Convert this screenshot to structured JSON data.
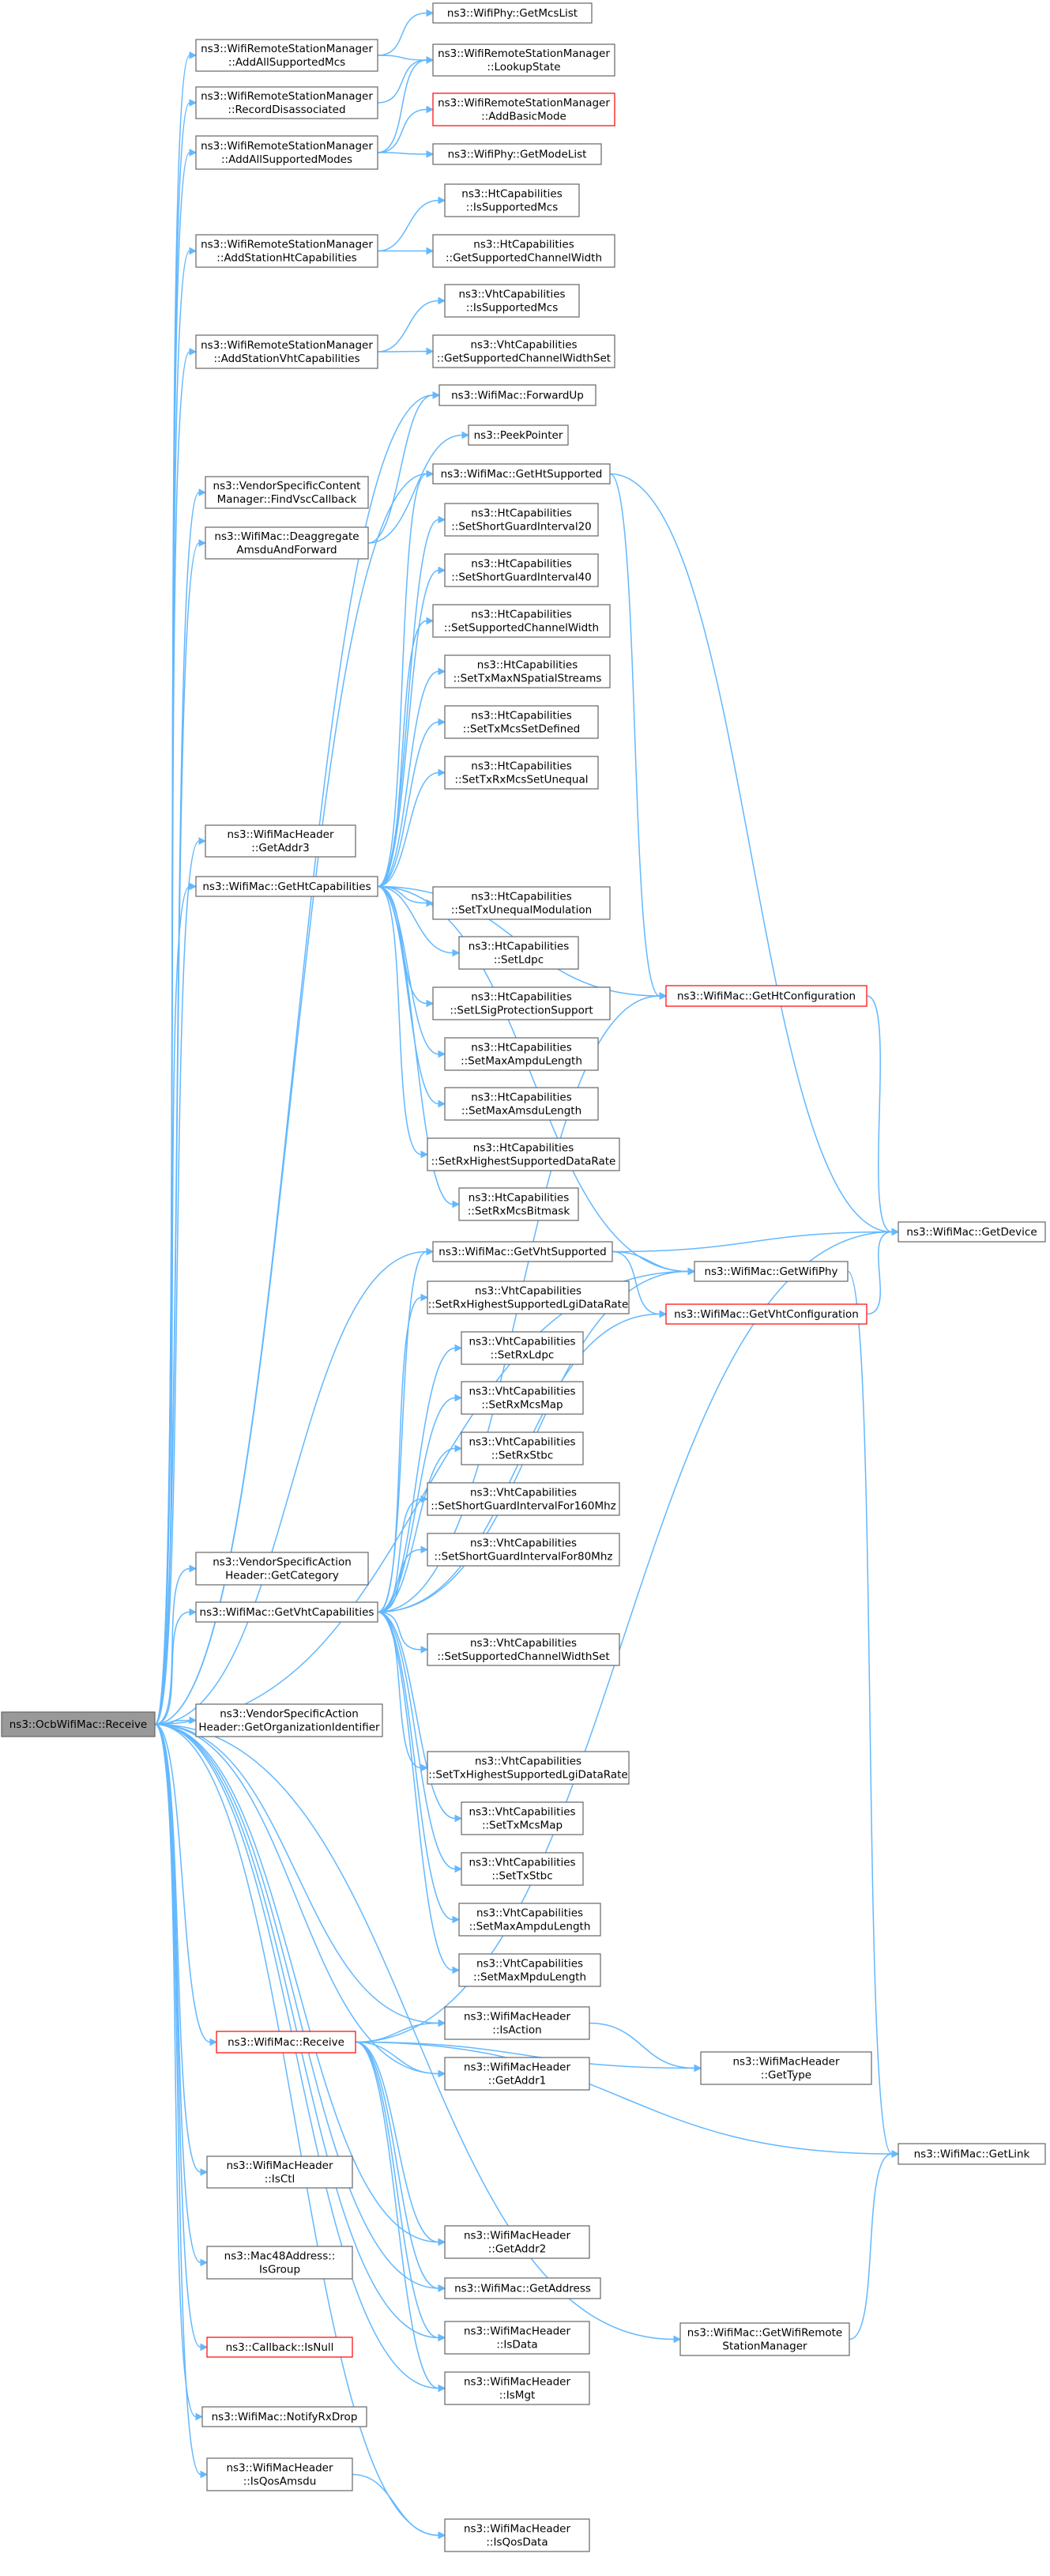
{
  "graph": {
    "title": "",
    "nodes": [
      {
        "id": "root",
        "lines": [
          "ns3::OcbWifiMac::Receive"
        ],
        "style": "root"
      },
      {
        "id": "addAllMcs",
        "lines": [
          "ns3::WifiRemoteStationManager",
          "::AddAllSupportedMcs"
        ]
      },
      {
        "id": "recordDisassoc",
        "lines": [
          "ns3::WifiRemoteStationManager",
          "::RecordDisassociated"
        ]
      },
      {
        "id": "addAllModes",
        "lines": [
          "ns3::WifiRemoteStationManager",
          "::AddAllSupportedModes"
        ]
      },
      {
        "id": "addHtCap",
        "lines": [
          "ns3::WifiRemoteStationManager",
          "::AddStationHtCapabilities"
        ]
      },
      {
        "id": "addVhtCap",
        "lines": [
          "ns3::WifiRemoteStationManager",
          "::AddStationVhtCapabilities"
        ]
      },
      {
        "id": "findVsc",
        "lines": [
          "ns3::VendorSpecificContent",
          "Manager::FindVscCallback"
        ]
      },
      {
        "id": "deaggregate",
        "lines": [
          "ns3::WifiMac::Deaggregate",
          "AmsduAndForward"
        ]
      },
      {
        "id": "getAddr3",
        "lines": [
          "ns3::WifiMacHeader",
          "::GetAddr3"
        ]
      },
      {
        "id": "getHtCaps",
        "lines": [
          "ns3::WifiMac::GetHtCapabilities"
        ]
      },
      {
        "id": "getCategory",
        "lines": [
          "ns3::VendorSpecificAction",
          "Header::GetCategory"
        ]
      },
      {
        "id": "getVhtCaps",
        "lines": [
          "ns3::WifiMac::GetVhtCapabilities"
        ]
      },
      {
        "id": "getOrgId",
        "lines": [
          "ns3::VendorSpecificAction",
          "Header::GetOrganizationIdentifier"
        ]
      },
      {
        "id": "macReceive",
        "lines": [
          "ns3::WifiMac::Receive"
        ],
        "style": "red"
      },
      {
        "id": "isCtl",
        "lines": [
          "ns3::WifiMacHeader",
          "::IsCtl"
        ]
      },
      {
        "id": "isGroup",
        "lines": [
          "ns3::Mac48Address::",
          "IsGroup"
        ]
      },
      {
        "id": "cbIsNull",
        "lines": [
          "ns3::Callback::IsNull"
        ],
        "style": "red"
      },
      {
        "id": "notifyRxDrop",
        "lines": [
          "ns3::WifiMac::NotifyRxDrop"
        ]
      },
      {
        "id": "isQosAmsdu",
        "lines": [
          "ns3::WifiMacHeader",
          "::IsQosAmsdu"
        ]
      },
      {
        "id": "getMcsList",
        "lines": [
          "ns3::WifiPhy::GetMcsList"
        ]
      },
      {
        "id": "lookupState",
        "lines": [
          "ns3::WifiRemoteStationManager",
          "::LookupState"
        ]
      },
      {
        "id": "addBasicMode",
        "lines": [
          "ns3::WifiRemoteStationManager",
          "::AddBasicMode"
        ],
        "style": "red"
      },
      {
        "id": "getModeList",
        "lines": [
          "ns3::WifiPhy::GetModeList"
        ]
      },
      {
        "id": "htIsSupMcs",
        "lines": [
          "ns3::HtCapabilities",
          "::IsSupportedMcs"
        ]
      },
      {
        "id": "htGetSupCW",
        "lines": [
          "ns3::HtCapabilities",
          "::GetSupportedChannelWidth"
        ]
      },
      {
        "id": "vhtIsSupMcs",
        "lines": [
          "ns3::VhtCapabilities",
          "::IsSupportedMcs"
        ]
      },
      {
        "id": "vhtGetSupCWS",
        "lines": [
          "ns3::VhtCapabilities",
          "::GetSupportedChannelWidthSet"
        ]
      },
      {
        "id": "forwardUp",
        "lines": [
          "ns3::WifiMac::ForwardUp"
        ]
      },
      {
        "id": "peekPointer",
        "lines": [
          "ns3::PeekPointer"
        ]
      },
      {
        "id": "getHtSupported",
        "lines": [
          "ns3::WifiMac::GetHtSupported"
        ]
      },
      {
        "id": "htSetSGI20",
        "lines": [
          "ns3::HtCapabilities",
          "::SetShortGuardInterval20"
        ]
      },
      {
        "id": "htSetSGI40",
        "lines": [
          "ns3::HtCapabilities",
          "::SetShortGuardInterval40"
        ]
      },
      {
        "id": "htSetSupCW",
        "lines": [
          "ns3::HtCapabilities",
          "::SetSupportedChannelWidth"
        ]
      },
      {
        "id": "htSetTxMaxNSS",
        "lines": [
          "ns3::HtCapabilities",
          "::SetTxMaxNSpatialStreams"
        ]
      },
      {
        "id": "htSetTxMcsSetDef",
        "lines": [
          "ns3::HtCapabilities",
          "::SetTxMcsSetDefined"
        ]
      },
      {
        "id": "htSetTxRxMcsUneq",
        "lines": [
          "ns3::HtCapabilities",
          "::SetTxRxMcsSetUnequal"
        ]
      },
      {
        "id": "htSetTxUneqMod",
        "lines": [
          "ns3::HtCapabilities",
          "::SetTxUnequalModulation"
        ]
      },
      {
        "id": "htSetLdpc",
        "lines": [
          "ns3::HtCapabilities",
          "::SetLdpc"
        ]
      },
      {
        "id": "htSetLSig",
        "lines": [
          "ns3::HtCapabilities",
          "::SetLSigProtectionSupport"
        ]
      },
      {
        "id": "htSetMaxAmpdu",
        "lines": [
          "ns3::HtCapabilities",
          "::SetMaxAmpduLength"
        ]
      },
      {
        "id": "htSetMaxAmsdu",
        "lines": [
          "ns3::HtCapabilities",
          "::SetMaxAmsduLength"
        ]
      },
      {
        "id": "htSetRxHighest",
        "lines": [
          "ns3::HtCapabilities",
          "::SetRxHighestSupportedDataRate"
        ]
      },
      {
        "id": "htSetRxMcsBitmask",
        "lines": [
          "ns3::HtCapabilities",
          "::SetRxMcsBitmask"
        ]
      },
      {
        "id": "getVhtSupported",
        "lines": [
          "ns3::WifiMac::GetVhtSupported"
        ]
      },
      {
        "id": "vhtSetRxHighest",
        "lines": [
          "ns3::VhtCapabilities",
          "::SetRxHighestSupportedLgiDataRate"
        ]
      },
      {
        "id": "vhtSetRxLdpc",
        "lines": [
          "ns3::VhtCapabilities",
          "::SetRxLdpc"
        ]
      },
      {
        "id": "vhtSetRxMcsMap",
        "lines": [
          "ns3::VhtCapabilities",
          "::SetRxMcsMap"
        ]
      },
      {
        "id": "vhtSetRxStbc",
        "lines": [
          "ns3::VhtCapabilities",
          "::SetRxStbc"
        ]
      },
      {
        "id": "vhtSetSGI160",
        "lines": [
          "ns3::VhtCapabilities",
          "::SetShortGuardIntervalFor160Mhz"
        ]
      },
      {
        "id": "vhtSetSGI80",
        "lines": [
          "ns3::VhtCapabilities",
          "::SetShortGuardIntervalFor80Mhz"
        ]
      },
      {
        "id": "vhtSetSupCWS",
        "lines": [
          "ns3::VhtCapabilities",
          "::SetSupportedChannelWidthSet"
        ]
      },
      {
        "id": "vhtSetTxHighest",
        "lines": [
          "ns3::VhtCapabilities",
          "::SetTxHighestSupportedLgiDataRate"
        ]
      },
      {
        "id": "vhtSetTxMcsMap",
        "lines": [
          "ns3::VhtCapabilities",
          "::SetTxMcsMap"
        ]
      },
      {
        "id": "vhtSetTxStbc",
        "lines": [
          "ns3::VhtCapabilities",
          "::SetTxStbc"
        ]
      },
      {
        "id": "vhtSetMaxAmpdu",
        "lines": [
          "ns3::VhtCapabilities",
          "::SetMaxAmpduLength"
        ]
      },
      {
        "id": "vhtSetMaxMpdu",
        "lines": [
          "ns3::VhtCapabilities",
          "::SetMaxMpduLength"
        ]
      },
      {
        "id": "isAction",
        "lines": [
          "ns3::WifiMacHeader",
          "::IsAction"
        ]
      },
      {
        "id": "getAddr1",
        "lines": [
          "ns3::WifiMacHeader",
          "::GetAddr1"
        ]
      },
      {
        "id": "getAddr2",
        "lines": [
          "ns3::WifiMacHeader",
          "::GetAddr2"
        ]
      },
      {
        "id": "getAddress",
        "lines": [
          "ns3::WifiMac::GetAddress"
        ]
      },
      {
        "id": "isData",
        "lines": [
          "ns3::WifiMacHeader",
          "::IsData"
        ]
      },
      {
        "id": "isMgt",
        "lines": [
          "ns3::WifiMacHeader",
          "::IsMgt"
        ]
      },
      {
        "id": "isQosData",
        "lines": [
          "ns3::WifiMacHeader",
          "::IsQosData"
        ]
      },
      {
        "id": "getHtConfig",
        "lines": [
          "ns3::WifiMac::GetHtConfiguration"
        ],
        "style": "red"
      },
      {
        "id": "getWifiPhy",
        "lines": [
          "ns3::WifiMac::GetWifiPhy"
        ]
      },
      {
        "id": "getVhtConfig",
        "lines": [
          "ns3::WifiMac::GetVhtConfiguration"
        ],
        "style": "red"
      },
      {
        "id": "getType",
        "lines": [
          "ns3::WifiMacHeader",
          "::GetType"
        ]
      },
      {
        "id": "getWrsm",
        "lines": [
          "ns3::WifiMac::GetWifiRemote",
          "StationManager"
        ]
      },
      {
        "id": "getDevice",
        "lines": [
          "ns3::WifiMac::GetDevice"
        ]
      },
      {
        "id": "getLink",
        "lines": [
          "ns3::WifiMac::GetLink"
        ]
      }
    ],
    "edges": [
      [
        "root",
        "addAllMcs"
      ],
      [
        "root",
        "recordDisassoc"
      ],
      [
        "root",
        "addAllModes"
      ],
      [
        "root",
        "addHtCap"
      ],
      [
        "root",
        "addVhtCap"
      ],
      [
        "root",
        "forwardUp"
      ],
      [
        "root",
        "findVsc"
      ],
      [
        "root",
        "deaggregate"
      ],
      [
        "root",
        "getHtSupported"
      ],
      [
        "root",
        "getAddr3"
      ],
      [
        "root",
        "getHtCaps"
      ],
      [
        "root",
        "getCategory"
      ],
      [
        "root",
        "getVhtCaps"
      ],
      [
        "root",
        "getOrgId"
      ],
      [
        "root",
        "getVhtSupported"
      ],
      [
        "root",
        "getWifiPhy"
      ],
      [
        "root",
        "macReceive"
      ],
      [
        "root",
        "isAction"
      ],
      [
        "root",
        "getAddr1"
      ],
      [
        "root",
        "isCtl"
      ],
      [
        "root",
        "isGroup"
      ],
      [
        "root",
        "cbIsNull"
      ],
      [
        "root",
        "notifyRxDrop"
      ],
      [
        "root",
        "isQosAmsdu"
      ],
      [
        "root",
        "isQosData"
      ],
      [
        "root",
        "isData"
      ],
      [
        "root",
        "isMgt"
      ],
      [
        "root",
        "getWrsm"
      ],
      [
        "root",
        "getAddress"
      ],
      [
        "root",
        "getAddr2"
      ],
      [
        "addAllMcs",
        "getMcsList"
      ],
      [
        "addAllMcs",
        "lookupState"
      ],
      [
        "recordDisassoc",
        "lookupState"
      ],
      [
        "addAllModes",
        "lookupState"
      ],
      [
        "addAllModes",
        "addBasicMode"
      ],
      [
        "addAllModes",
        "getModeList"
      ],
      [
        "addHtCap",
        "htIsSupMcs"
      ],
      [
        "addHtCap",
        "htGetSupCW"
      ],
      [
        "addVhtCap",
        "vhtIsSupMcs"
      ],
      [
        "addVhtCap",
        "vhtGetSupCWS"
      ],
      [
        "deaggregate",
        "forwardUp"
      ],
      [
        "deaggregate",
        "peekPointer"
      ],
      [
        "getHtCaps",
        "getHtSupported"
      ],
      [
        "getHtCaps",
        "htSetSGI20"
      ],
      [
        "getHtCaps",
        "htSetSGI40"
      ],
      [
        "getHtCaps",
        "htSetSupCW"
      ],
      [
        "getHtCaps",
        "htSetTxMaxNSS"
      ],
      [
        "getHtCaps",
        "htSetTxMcsSetDef"
      ],
      [
        "getHtCaps",
        "htSetTxRxMcsUneq"
      ],
      [
        "getHtCaps",
        "htSetTxUneqMod"
      ],
      [
        "getHtCaps",
        "htSetLdpc"
      ],
      [
        "getHtCaps",
        "htSetLSig"
      ],
      [
        "getHtCaps",
        "htSetMaxAmpdu"
      ],
      [
        "getHtCaps",
        "htSetMaxAmsdu"
      ],
      [
        "getHtCaps",
        "htSetRxHighest"
      ],
      [
        "getHtCaps",
        "htSetRxMcsBitmask"
      ],
      [
        "getHtCaps",
        "getHtConfig"
      ],
      [
        "getHtCaps",
        "getWifiPhy"
      ],
      [
        "getHtSupported",
        "getHtConfig"
      ],
      [
        "getHtSupported",
        "getDevice"
      ],
      [
        "getVhtCaps",
        "getVhtSupported"
      ],
      [
        "getVhtCaps",
        "vhtSetRxHighest"
      ],
      [
        "getVhtCaps",
        "vhtSetRxLdpc"
      ],
      [
        "getVhtCaps",
        "vhtSetRxMcsMap"
      ],
      [
        "getVhtCaps",
        "vhtSetRxStbc"
      ],
      [
        "getVhtCaps",
        "vhtSetSGI160"
      ],
      [
        "getVhtCaps",
        "vhtSetSGI80"
      ],
      [
        "getVhtCaps",
        "vhtSetSupCWS"
      ],
      [
        "getVhtCaps",
        "vhtSetTxHighest"
      ],
      [
        "getVhtCaps",
        "vhtSetTxMcsMap"
      ],
      [
        "getVhtCaps",
        "vhtSetTxStbc"
      ],
      [
        "getVhtCaps",
        "vhtSetMaxAmpdu"
      ],
      [
        "getVhtCaps",
        "vhtSetMaxMpdu"
      ],
      [
        "getVhtCaps",
        "getHtConfig"
      ],
      [
        "getVhtCaps",
        "getVhtConfig"
      ],
      [
        "getVhtCaps",
        "getWifiPhy"
      ],
      [
        "getVhtSupported",
        "getDevice"
      ],
      [
        "getVhtSupported",
        "getWifiPhy"
      ],
      [
        "getVhtSupported",
        "getVhtConfig"
      ],
      [
        "getHtConfig",
        "getDevice"
      ],
      [
        "getVhtConfig",
        "getDevice"
      ],
      [
        "getWifiPhy",
        "getLink"
      ],
      [
        "macReceive",
        "isAction"
      ],
      [
        "macReceive",
        "getAddr1"
      ],
      [
        "macReceive",
        "getType"
      ],
      [
        "macReceive",
        "getDevice"
      ],
      [
        "macReceive",
        "getLink"
      ],
      [
        "macReceive",
        "getAddr2"
      ],
      [
        "macReceive",
        "getAddress"
      ],
      [
        "macReceive",
        "isData"
      ],
      [
        "macReceive",
        "isMgt"
      ],
      [
        "isAction",
        "getType"
      ],
      [
        "getWrsm",
        "getLink"
      ],
      [
        "isQosAmsdu",
        "isQosData"
      ]
    ]
  }
}
